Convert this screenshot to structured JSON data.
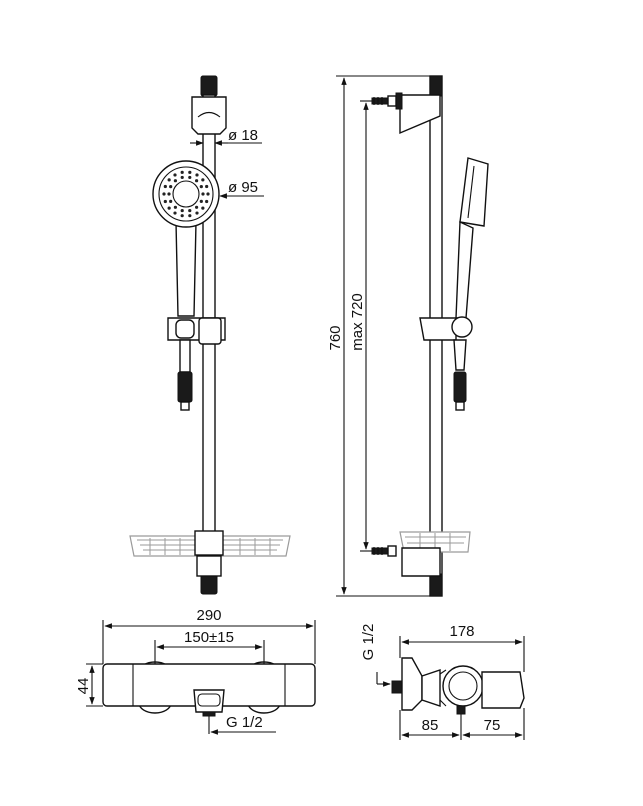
{
  "dimensions": {
    "rail_diameter": "ø 18",
    "head_diameter": "ø 95",
    "total_height": "760",
    "max_distance": "max 720",
    "mixer_width": "290",
    "center_distance": "150±15",
    "mixer_height": "44",
    "outlet_thread_front": "G 1/2",
    "inlet_thread_side": "G 1/2",
    "mixer_depth": "178",
    "depth_to_outlet": "85",
    "outlet_to_front": "75"
  }
}
